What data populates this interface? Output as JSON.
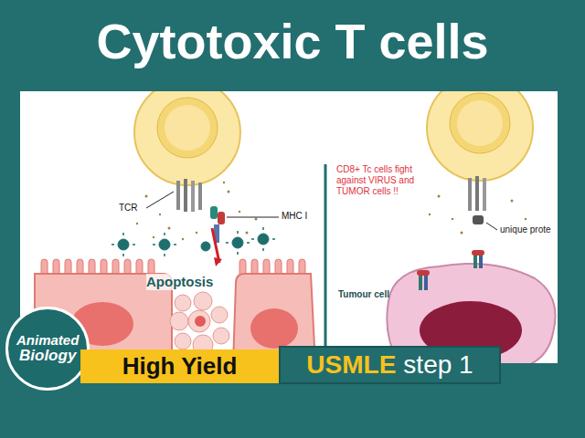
{
  "diagram": {
    "title": "Cytotoxic T cells",
    "nodes": [
      {
        "text": [
          "Animated",
          "Biology"
        ]
      },
      {
        "text": [
          "High Yield"
        ]
      },
      {
        "text": [
          "USMLE",
          "step 1"
        ]
      }
    ],
    "labels": [
      "TCR",
      "MHC I",
      "Apoptosis",
      "CD8+ Tc cells fight against VIRUS and TUMOR cells !!",
      "unique prote",
      "Tumour cell"
    ]
  }
}
